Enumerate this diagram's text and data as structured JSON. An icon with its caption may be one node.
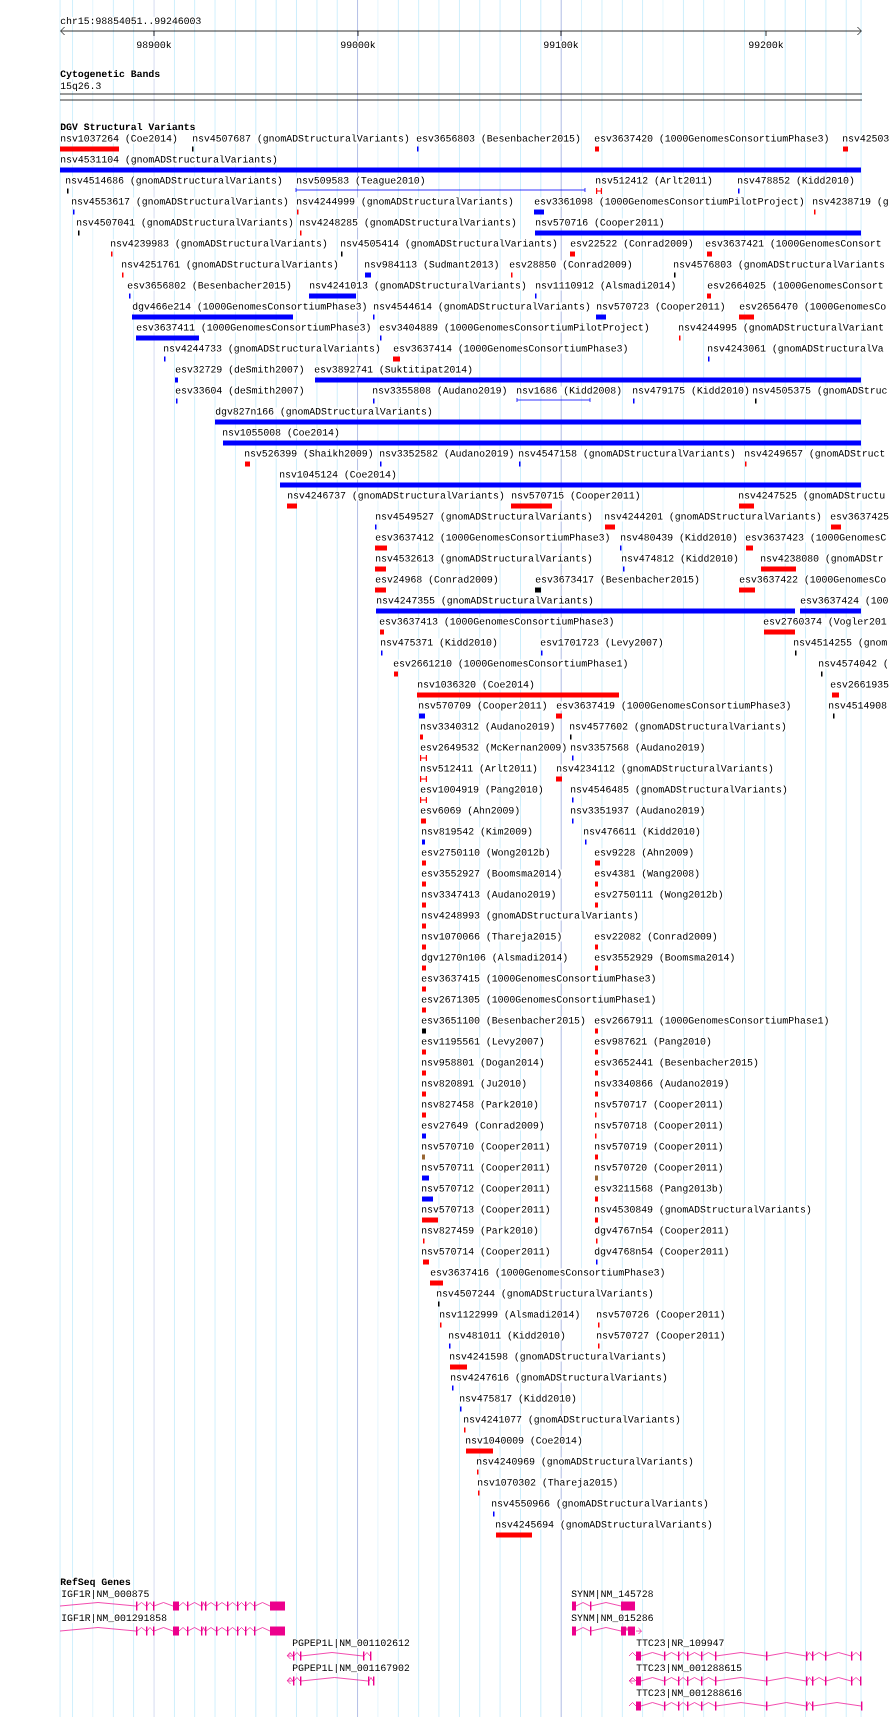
{
  "diagram": {
    "labels": [
      "chr15:98854051..99246003",
      "98900k",
      "99000k",
      "99100k",
      "99200k",
      "Cytogenetic Bands",
      "15q26.3",
      "DGV Structural Variants",
      "nsv1037264 (Coe2014)",
      "nsv4507687 (gnomADStructuralVariants)",
      "esv3656803 (Besenbacher2015)",
      "esv3637420 (1000GenomesConsortiumPhase3)",
      "nsv42503",
      "nsv4531104 (gnomADStructuralVariants)",
      "nsv4514686 (gnomADStructuralVariants)",
      "nsv509583 (Teague2010)",
      "nsv512412 (Arlt2011)",
      "nsv478852 (Kidd2010)",
      "nsv4553617 (gnomADStructuralVariants)",
      "nsv4244999 (gnomADStructuralVariants)",
      "esv3361098 (1000GenomesConsortiumPilotProject)",
      "nsv4238719 (g",
      "nsv4507041 (gnomADStructuralVariants)",
      "nsv4248285 (gnomADStructuralVariants)",
      "nsv570716 (Cooper2011)",
      "nsv4239983 (gnomADStructuralVariants)",
      "nsv4505414 (gnomADStructuralVariants)",
      "esv22522 (Conrad2009)",
      "esv3637421 (1000GenomesConsort",
      "nsv4251761 (gnomADStructuralVariants)",
      "nsv984113 (Sudmant2013)",
      "esv28850 (Conrad2009)",
      "nsv4576803 (gnomADStructuralVariants",
      "esv3656802 (Besenbacher2015)",
      "nsv4241013 (gnomADStructuralVariants)",
      "nsv1110912 (Alsmadi2014)",
      "esv2664025 (1000GenomesConsort",
      "dgv466e214 (1000GenomesConsortiumPhase3)",
      "nsv4544614 (gnomADStructuralVariants)",
      "nsv570723 (Cooper2011)",
      "esv2656470 (1000GenomesCo",
      "esv3637411 (1000GenomesConsortiumPhase3)",
      "esv3404889 (1000GenomesConsortiumPilotProject)",
      "nsv4244995 (gnomADStructuralVariant",
      "nsv4244733 (gnomADStructuralVariants)",
      "esv3637414 (1000GenomesConsortiumPhase3)",
      "nsv4243061 (gnomADStructuralVa",
      "esv32729 (deSmith2007)",
      "esv3892741 (Suktitipat2014)",
      "esv33604 (deSmith2007)",
      "nsv3355808 (Audano2019)",
      "nsv1686 (Kidd2008)",
      "nsv479175 (Kidd2010)",
      "nsv4505375 (gnomADStruc",
      "dgv827n166 (gnomADStructuralVariants)",
      "nsv1055008 (Coe2014)",
      "nsv526399 (Shaikh2009)",
      "nsv3352582 (Audano2019)",
      "nsv4547158 (gnomADStructuralVariants)",
      "nsv4249657 (gnomADStruct",
      "nsv1045124 (Coe2014)",
      "nsv4246737 (gnomADStructuralVariants)",
      "nsv570715 (Cooper2011)",
      "nsv4247525 (gnomADStructu",
      "nsv4549527 (gnomADStructuralVariants)",
      "nsv4244201 (gnomADStructuralVariants)",
      "esv3637425",
      "esv3637412 (1000GenomesConsortiumPhase3)",
      "nsv480439 (Kidd2010)",
      "esv3637423 (1000GenomesC",
      "nsv4532613 (gnomADStructuralVariants)",
      "nsv474812 (Kidd2010)",
      "nsv4238080 (gnomADStr",
      "esv24968 (Conrad2009)",
      "esv3673417 (Besenbacher2015)",
      "esv3637422 (1000GenomesCo",
      "nsv4247355 (gnomADStructuralVariants)",
      "esv3637424 (100",
      "esv3637413 (1000GenomesConsortiumPhase3)",
      "esv2760374 (Vogler201",
      "nsv475371 (Kidd2010)",
      "esv1701723 (Levy2007)",
      "nsv4514255 (gnom",
      "esv2661210 (1000GenomesConsortiumPhase1)",
      "nsv4574042 (",
      "nsv1036320 (Coe2014)",
      "esv2661935",
      "nsv570709 (Cooper2011)",
      "esv3637419 (1000GenomesConsortiumPhase3)",
      "nsv4514908",
      "nsv3340312 (Audano2019)",
      "nsv4577602 (gnomADStructuralVariants)",
      "esv2649532 (McKernan2009)",
      "nsv3357568 (Audano2019)",
      "nsv512411 (Arlt2011)",
      "nsv4234112 (gnomADStructuralVariants)",
      "esv1004919 (Pang2010)",
      "nsv4546485 (gnomADStructuralVariants)",
      "esv6069 (Ahn2009)",
      "nsv3351937 (Audano2019)",
      "nsv819542 (Kim2009)",
      "nsv476611 (Kidd2010)",
      "esv2750110 (Wong2012b)",
      "esv9228 (Ahn2009)",
      "esv3552927 (Boomsma2014)",
      "esv4381 (Wang2008)",
      "nsv3347413 (Audano2019)",
      "esv2750111 (Wong2012b)",
      "nsv4248993 (gnomADStructuralVariants)",
      "nsv1070066 (Thareja2015)",
      "esv22082 (Conrad2009)",
      "dgv1270n106 (Alsmadi2014)",
      "esv3552929 (Boomsma2014)",
      "esv3637415 (1000GenomesConsortiumPhase3)",
      "esv2671305 (1000GenomesConsortiumPhase1)",
      "esv3651100 (Besenbacher2015)",
      "esv2667911 (1000GenomesConsortiumPhase1)",
      "esv1195561 (Levy2007)",
      "esv987621 (Pang2010)",
      "nsv958801 (Dogan2014)",
      "esv3652441 (Besenbacher2015)",
      "nsv820891 (Ju2010)",
      "nsv3340866 (Audano2019)",
      "nsv827458 (Park2010)",
      "nsv570717 (Cooper2011)",
      "esv27649 (Conrad2009)",
      "nsv570718 (Cooper2011)",
      "nsv570710 (Cooper2011)",
      "nsv570719 (Cooper2011)",
      "nsv570711 (Cooper2011)",
      "nsv570720 (Cooper2011)",
      "nsv570712 (Cooper2011)",
      "esv3211568 (Pang2013b)",
      "nsv570713 (Cooper2011)",
      "nsv4530849 (gnomADStructuralVariants)",
      "nsv827459 (Park2010)",
      "dgv4767n54 (Cooper2011)",
      "nsv570714 (Cooper2011)",
      "dgv4768n54 (Cooper2011)",
      "esv3637416 (1000GenomesConsortiumPhase3)",
      "nsv4507244 (gnomADStructuralVariants)",
      "nsv1122999 (Alsmadi2014)",
      "nsv570726 (Cooper2011)",
      "nsv481011 (Kidd2010)",
      "nsv570727 (Cooper2011)",
      "nsv4241598 (gnomADStructuralVariants)",
      "nsv4247616 (gnomADStructuralVariants)",
      "nsv475817 (Kidd2010)",
      "nsv4241077 (gnomADStructuralVariants)",
      "nsv1040009 (Coe2014)",
      "nsv4240969 (gnomADStructuralVariants)",
      "nsv1070302 (Thareja2015)",
      "nsv4550966 (gnomADStructuralVariants)",
      "nsv4245694 (gnomADStructuralVariants)",
      "RefSeq Genes",
      "IGF1R|NM_000875",
      "IGF1R|NM_001291858",
      "PGPEP1L|NM_001102612",
      "PGPEP1L|NM_001167902",
      "SYNM|NM_145728",
      "SYNM|NM_015286",
      "TTC23|NR_109947",
      "TTC23|NM_001288615",
      "TTC23|NM_001288616"
    ]
  }
}
